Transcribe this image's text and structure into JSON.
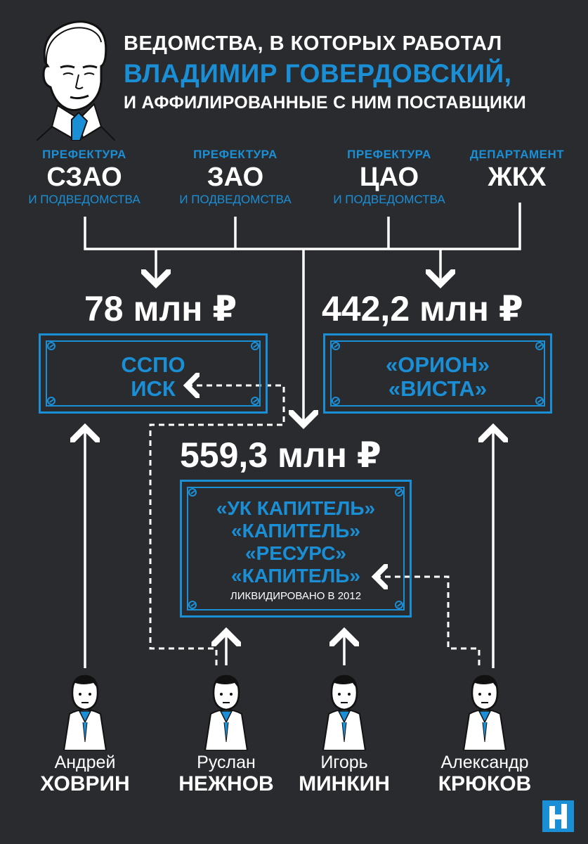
{
  "title": {
    "line1": "ВЕДОМСТВА, В КОТОРЫХ РАБОТАЛ",
    "line2": "ВЛАДИМИР ГОВЕРДОВСКИЙ,",
    "line3": "И АФФИЛИРОВАННЫЕ С НИМ ПОСТАВЩИКИ"
  },
  "agencies": [
    {
      "type": "ПРЕФЕКТУРА",
      "name": "СЗАО",
      "sub": "И ПОДВЕДОМСТВА"
    },
    {
      "type": "ПРЕФЕКТУРА",
      "name": "ЗАО",
      "sub": "И ПОДВЕДОМСТВА"
    },
    {
      "type": "ПРЕФЕКТУРА",
      "name": "ЦАО",
      "sub": "И ПОДВЕДОМСТВА"
    },
    {
      "type": "ДЕПАРТАМЕНТ",
      "name": "ЖКХ",
      "sub": ""
    }
  ],
  "amounts": {
    "left": "78 млн ₽",
    "right": "442,2 млн ₽",
    "center": "559,3 млн ₽"
  },
  "plates": {
    "left": [
      "ССПО",
      "ИСК"
    ],
    "right": [
      "«ОРИОН»",
      "«ВИСТА»"
    ],
    "center": [
      "«УК КАПИТЕЛЬ»",
      "«КАПИТЕЛЬ»",
      "«РЕСУРС»",
      "«КАПИТЕЛЬ»"
    ],
    "center_note": "ЛИКВИДИРОВАНО В 2012"
  },
  "people": [
    {
      "first": "Андрей",
      "last": "ХОВРИН"
    },
    {
      "first": "Руслан",
      "last": "НЕЖНОВ"
    },
    {
      "first": "Игорь",
      "last": "МИНКИН"
    },
    {
      "first": "Александр",
      "last": "КРЮКОВ"
    }
  ],
  "colors": {
    "background": "#2a2b2f",
    "accent": "#1b8fd6",
    "text": "#ffffff"
  },
  "icons": {
    "portrait": "man-portrait-icon",
    "person": "businessman-icon",
    "logo": "novaya-gazeta-logo"
  }
}
